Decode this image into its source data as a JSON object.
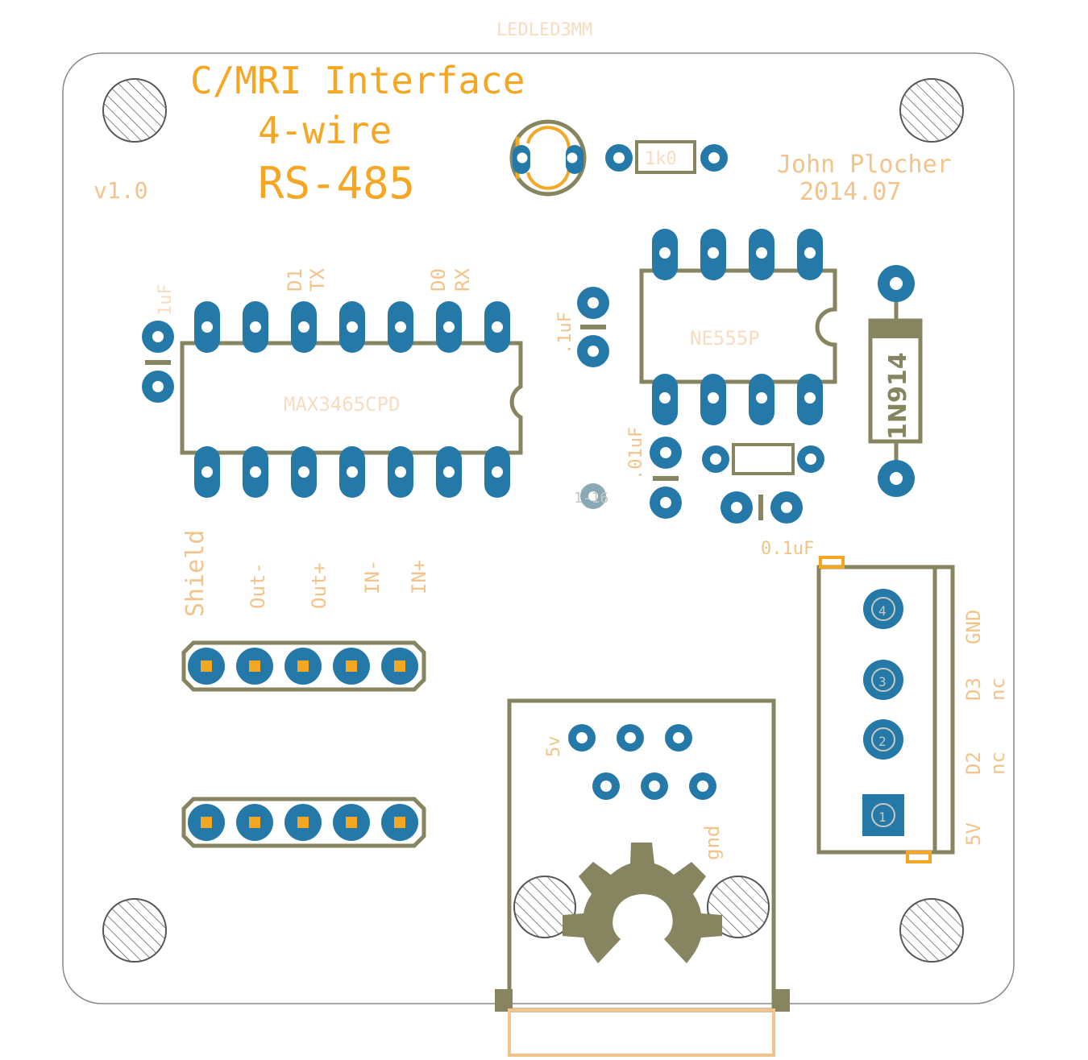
{
  "board": {
    "top_label": "LEDLED3MM",
    "title_line1": "C/MRI Interface",
    "title_line2": "4-wire",
    "title_line3": "RS-485",
    "version": "v1.0",
    "author": "John Plocher",
    "date": "2014.07"
  },
  "components": {
    "resistor_value": "1k0",
    "ic1": "MAX3465CPD",
    "ic2": "NE555P",
    "diode": "1N914",
    "cap_1uf": "1uF",
    "cap_p1uf": ".1uF",
    "cap_p01uf": ".01uF",
    "cap_0p1uf": "0.1uF",
    "pin_d1": "D1",
    "pin_tx": "TX",
    "pin_d0": "D0",
    "pin_rx": "RX",
    "test_point": "1-16"
  },
  "rs485_labels": [
    "Shield",
    "Out-",
    "Out+",
    "IN-",
    "IN+"
  ],
  "terminal": {
    "gnd": "GND",
    "d3": "D3",
    "d2": "D2",
    "nc1": "nc",
    "nc2": "nc",
    "v5": "5V",
    "pin4": "4",
    "pin3": "3",
    "pin2": "2",
    "pin1": "1"
  },
  "rj45": {
    "v5": "5v",
    "gnd": "gnd"
  },
  "colors": {
    "silkscreen": "#f5a623",
    "package": "#86855f",
    "pad": "#2479a8"
  }
}
